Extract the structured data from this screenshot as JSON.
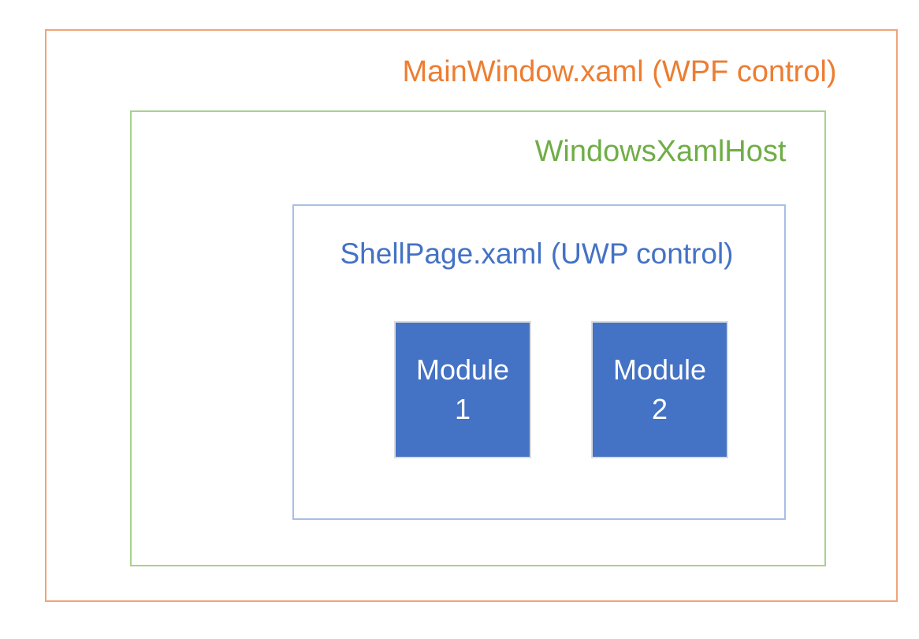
{
  "diagram": {
    "main_window": {
      "label": "MainWindow.xaml (WPF control)",
      "text_color": "#ED7D31",
      "border_color": "#F2A477"
    },
    "xaml_host": {
      "label": "WindowsXamlHost",
      "text_color": "#70AD47",
      "border_color": "#A9D18E"
    },
    "shell_page": {
      "label": "ShellPage.xaml (UWP control)",
      "text_color": "#4472C4",
      "border_color": "#A8BFE4"
    },
    "modules": {
      "fill_color": "#4472C4",
      "text_color": "#FFFFFF",
      "border_color": "#DCDCDC",
      "items": [
        {
          "line1": "Module",
          "line2": "1"
        },
        {
          "line1": "Module",
          "line2": "2"
        }
      ]
    }
  }
}
